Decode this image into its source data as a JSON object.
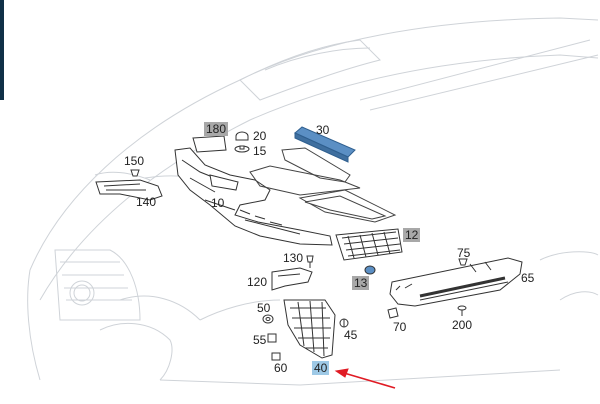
{
  "diagram": {
    "callouts": [
      {
        "id": "180",
        "label": "180",
        "style": "gray"
      },
      {
        "id": "20",
        "label": "20",
        "style": "plain"
      },
      {
        "id": "15",
        "label": "15",
        "style": "plain"
      },
      {
        "id": "30",
        "label": "30",
        "style": "plain"
      },
      {
        "id": "150",
        "label": "150",
        "style": "plain"
      },
      {
        "id": "140",
        "label": "140",
        "style": "plain"
      },
      {
        "id": "10",
        "label": "10",
        "style": "plain"
      },
      {
        "id": "12",
        "label": "12",
        "style": "gray"
      },
      {
        "id": "130",
        "label": "130",
        "style": "plain"
      },
      {
        "id": "120",
        "label": "120",
        "style": "plain"
      },
      {
        "id": "13",
        "label": "13",
        "style": "gray"
      },
      {
        "id": "75",
        "label": "75",
        "style": "plain"
      },
      {
        "id": "65",
        "label": "65",
        "style": "plain"
      },
      {
        "id": "50",
        "label": "50",
        "style": "plain"
      },
      {
        "id": "45",
        "label": "45",
        "style": "plain"
      },
      {
        "id": "70",
        "label": "70",
        "style": "plain"
      },
      {
        "id": "200",
        "label": "200",
        "style": "plain"
      },
      {
        "id": "55",
        "label": "55",
        "style": "plain"
      },
      {
        "id": "60",
        "label": "60",
        "style": "plain"
      },
      {
        "id": "40",
        "label": "40",
        "style": "blue"
      }
    ],
    "colors": {
      "outline": "#cfd3d8",
      "part_stroke": "#333333",
      "gray_box": "#a8a8a8",
      "blue_box": "#9ec9e6",
      "blue_part": "#5b8fc4",
      "arrow": "#e01b24",
      "accent_strip": "#0f3047"
    },
    "highlight_arrow_target": "40"
  }
}
